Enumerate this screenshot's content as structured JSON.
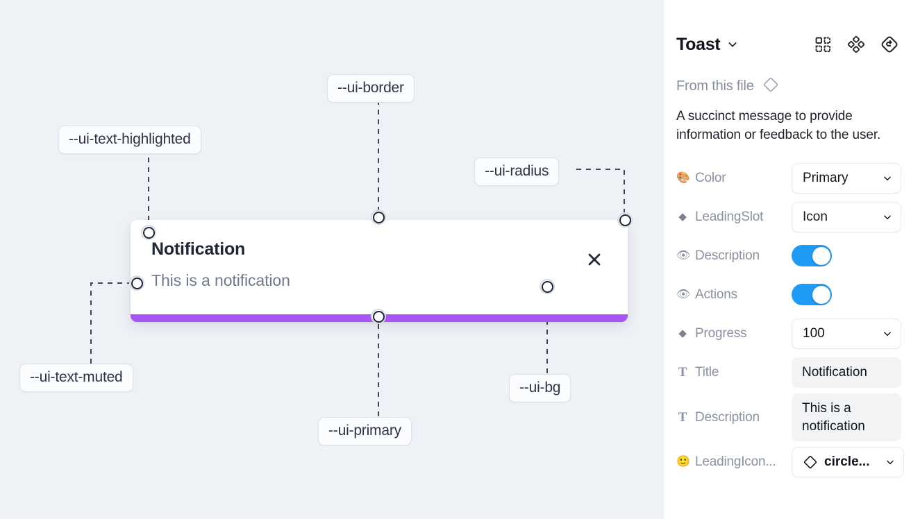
{
  "canvas": {
    "toast": {
      "title": "Notification",
      "description": "This is a notification",
      "close_icon": "close-icon",
      "progress_color": "#a855f7",
      "background_color": "#ffffff"
    },
    "background_color": "#eef1f6",
    "tokens": [
      {
        "id": "ui-text-highlighted",
        "label": "--ui-text-highlighted"
      },
      {
        "id": "ui-border",
        "label": "--ui-border"
      },
      {
        "id": "ui-radius",
        "label": "--ui-radius"
      },
      {
        "id": "ui-text-muted",
        "label": "--ui-text-muted"
      },
      {
        "id": "ui-primary",
        "label": "--ui-primary"
      },
      {
        "id": "ui-bg",
        "label": "--ui-bg"
      }
    ]
  },
  "panel": {
    "title": "Toast",
    "title_caret_icon": "chevron-down-icon",
    "header_icons": [
      {
        "name": "variants-grid-icon"
      },
      {
        "name": "component-diamond-icon"
      },
      {
        "name": "reset-component-icon"
      }
    ],
    "from_this_file": {
      "label": "From this file",
      "icon": "diamond-outline-icon"
    },
    "description": "A succinct message to provide information or feedback to the user.",
    "properties": [
      {
        "name": "color",
        "icon": "🎨",
        "icon_name": "palette-icon",
        "label": "Color",
        "control": "select",
        "value": "Primary"
      },
      {
        "name": "leadingslot",
        "icon": "◆",
        "icon_name": "diamond-icon",
        "label": "LeadingSlot",
        "control": "select",
        "value": "Icon"
      },
      {
        "name": "description",
        "icon": "👁",
        "icon_name": "eye-icon",
        "label": "Description",
        "control": "toggle",
        "value": "on"
      },
      {
        "name": "actions",
        "icon": "👁",
        "icon_name": "eye-icon",
        "label": "Actions",
        "control": "toggle",
        "value": "on"
      },
      {
        "name": "progress",
        "icon": "◆",
        "icon_name": "diamond-icon",
        "label": "Progress",
        "control": "select",
        "value": "100"
      },
      {
        "name": "title",
        "icon": "T",
        "icon_name": "text-icon",
        "label": "Title",
        "control": "text",
        "value": "Notification"
      },
      {
        "name": "descriptiontext",
        "icon": "T",
        "icon_name": "text-icon",
        "label": "Description",
        "control": "text",
        "value": "This is a notification"
      },
      {
        "name": "leadingicon",
        "icon": "🙂",
        "icon_name": "emoji-smile-icon",
        "label": "LeadingIcon...",
        "control": "icon-select",
        "value": "circle..."
      }
    ],
    "toggle_color": "#1e9bf5"
  }
}
